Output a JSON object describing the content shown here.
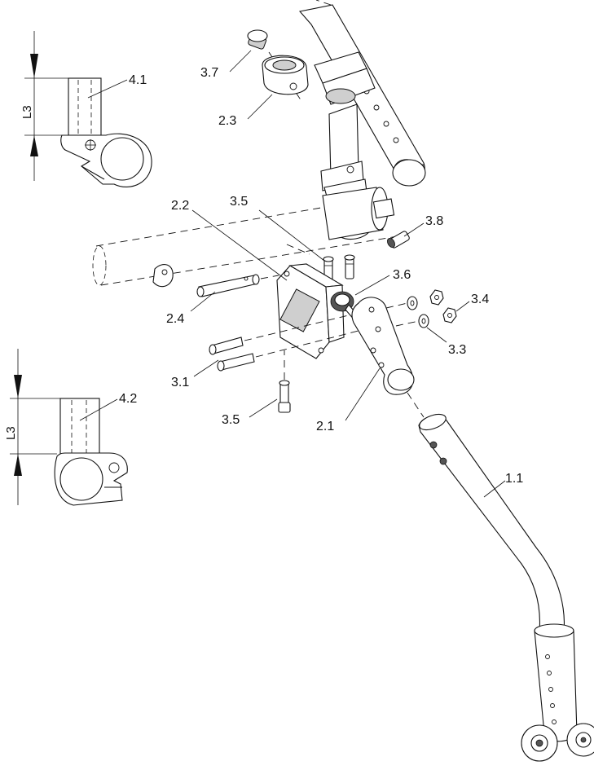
{
  "labels": {
    "l_4_1": "4.1",
    "l_4_2": "4.2",
    "l_l3_top": "L3",
    "l_l3_bottom": "L3",
    "l_3_7": "3.7",
    "l_2_3": "2.3",
    "l_2_2": "2.2",
    "l_3_5_top": "3.5",
    "l_3_8": "3.8",
    "l_3_6": "3.6",
    "l_3_4": "3.4",
    "l_3_3": "3.3",
    "l_2_4": "2.4",
    "l_3_1": "3.1",
    "l_3_5_bottom": "3.5",
    "l_2_1": "2.1",
    "l_1_1": "1.1"
  }
}
